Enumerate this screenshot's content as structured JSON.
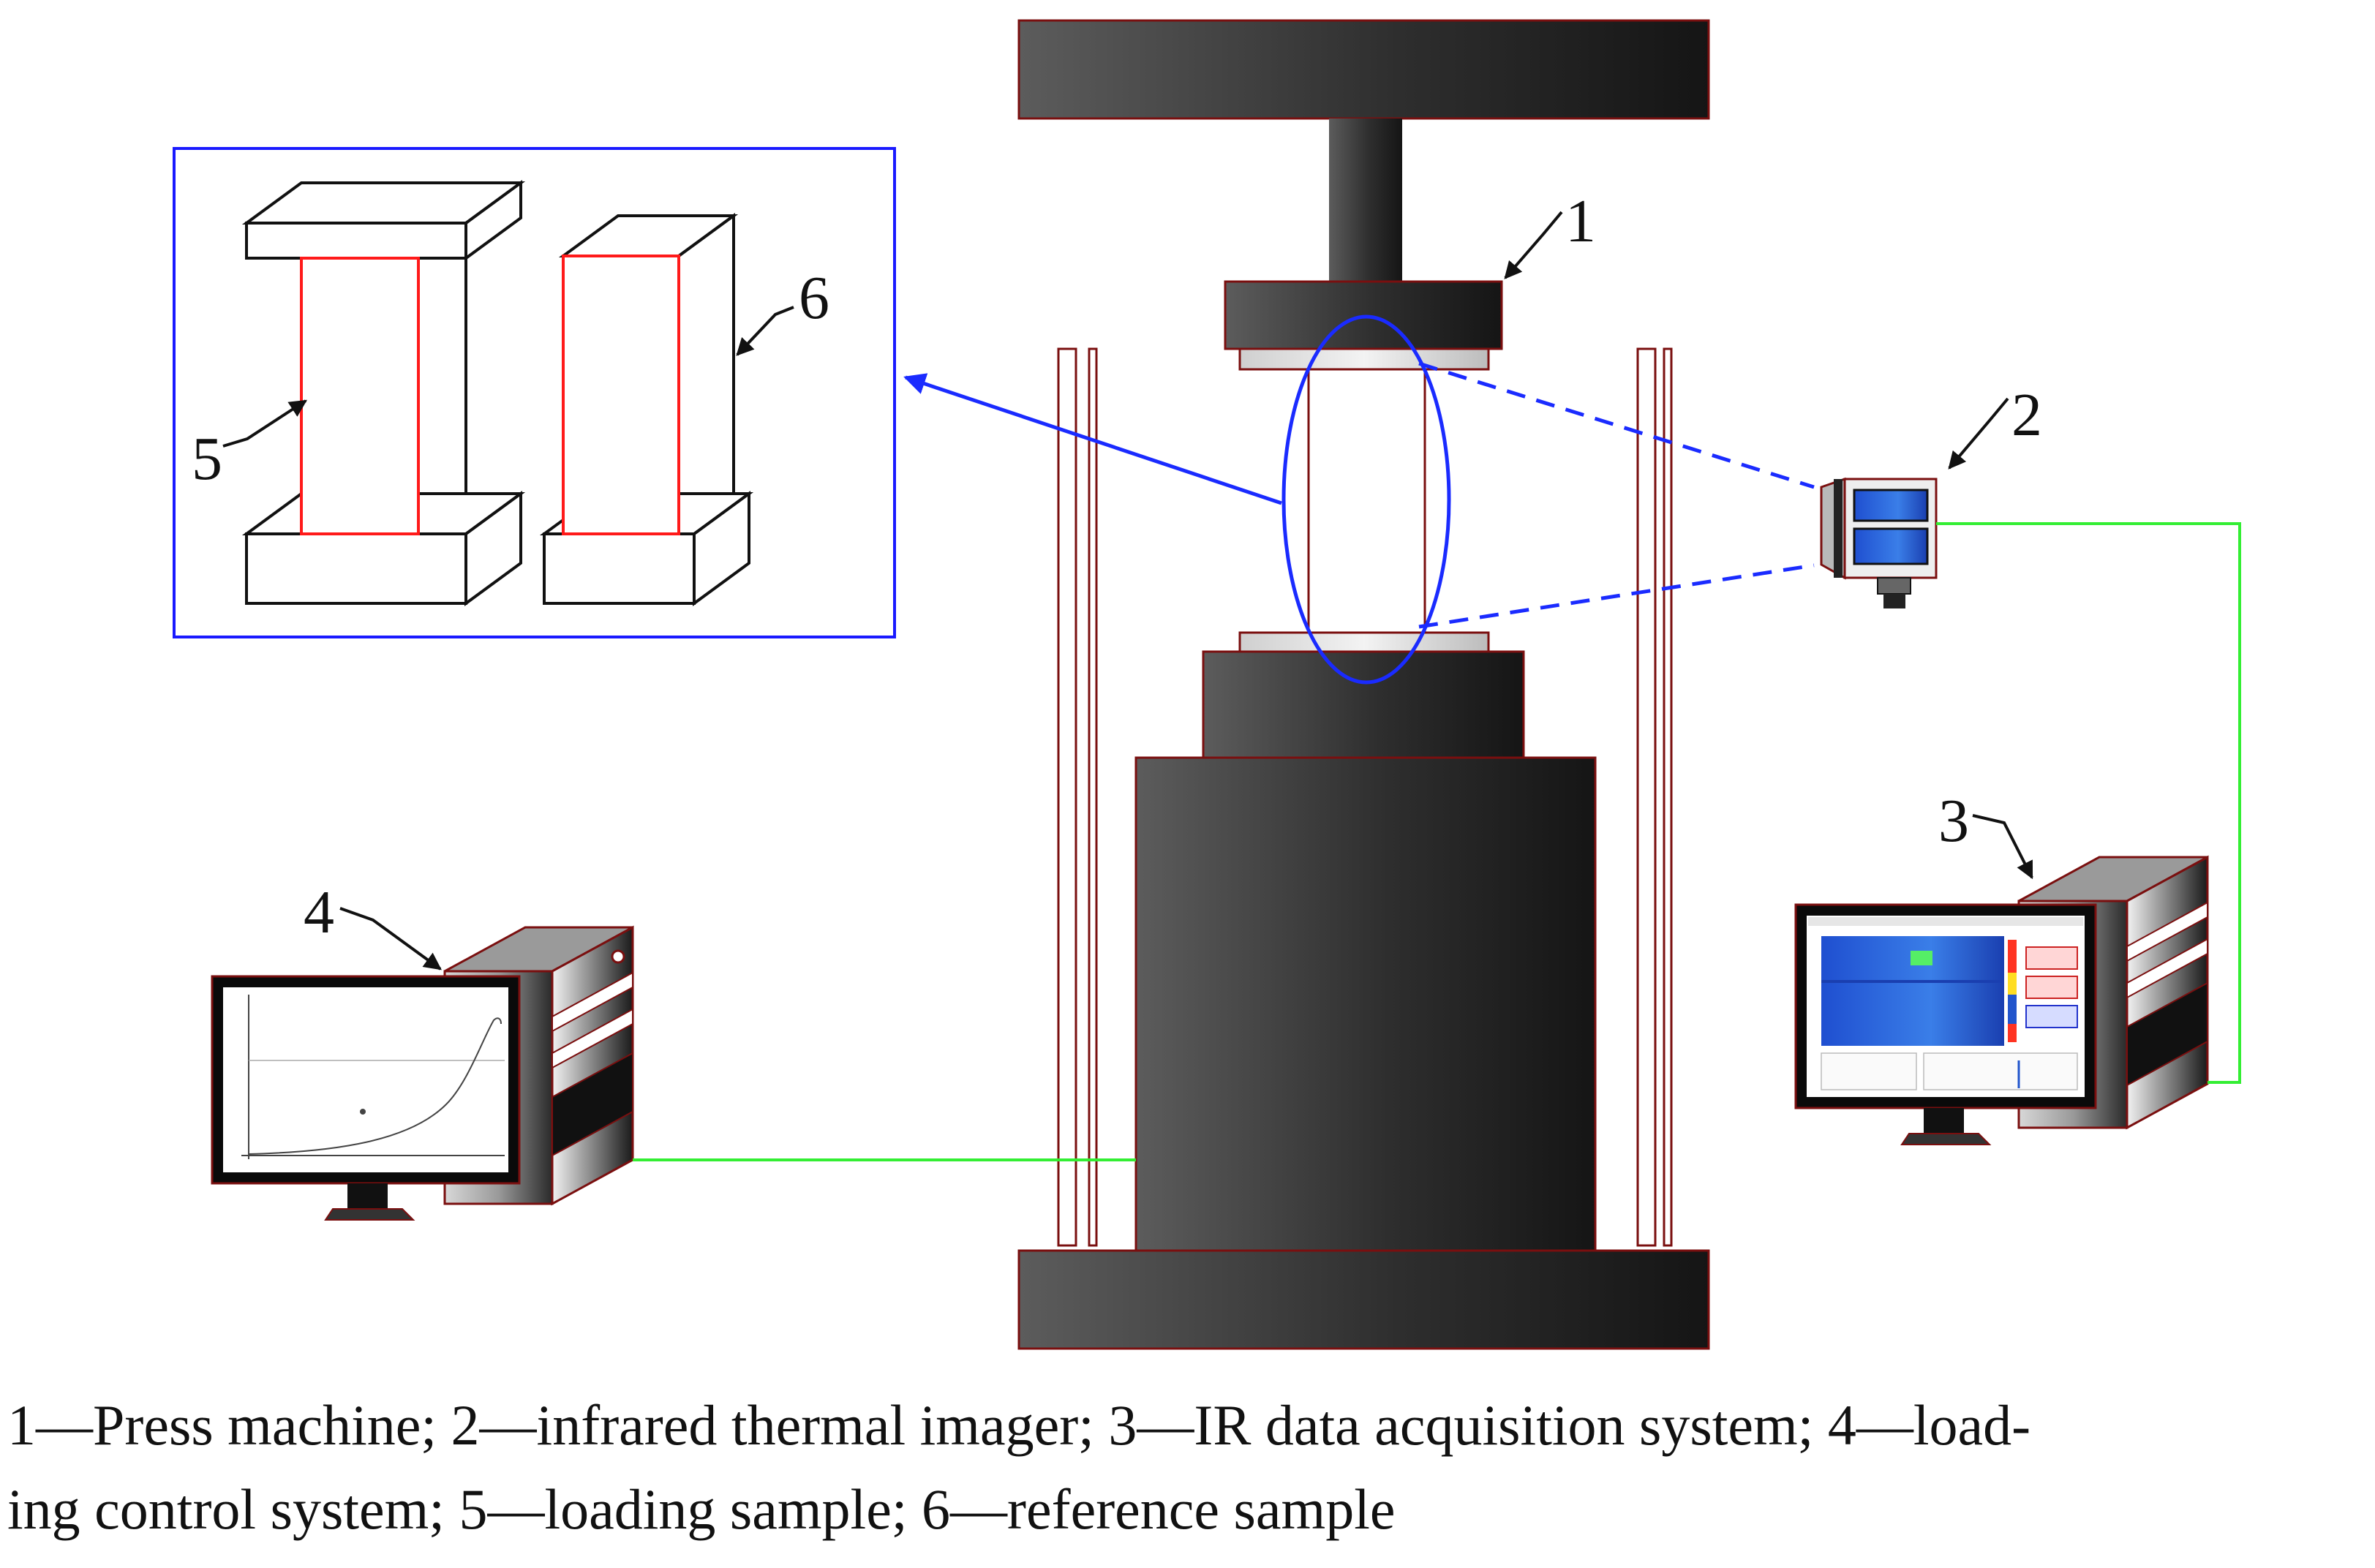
{
  "labels": {
    "press_machine": "1",
    "ir_imager": "2",
    "ir_acquisition": "3",
    "loading_control": "4",
    "loading_sample": "5",
    "reference_sample": "6"
  },
  "caption": {
    "line1": "1—Press machine; 2—infrared thermal imager; 3—IR data acquisition system; 4—load-",
    "line2": "ing control system; 5—loading sample; 6—reference sample"
  },
  "colors": {
    "frame_outline": "#7a0f0f",
    "press_dark": "#1e1e1e",
    "press_light": "#555555",
    "sample_edge": "#ff1a1a",
    "inset_border": "#1a1aff",
    "dashed_view": "#1a2bff",
    "cable": "#33ee33",
    "ir_screen_blue": "#2255cc"
  },
  "icons": {
    "imager": "infrared-camera-icon",
    "computer": "desktop-computer-icon"
  }
}
